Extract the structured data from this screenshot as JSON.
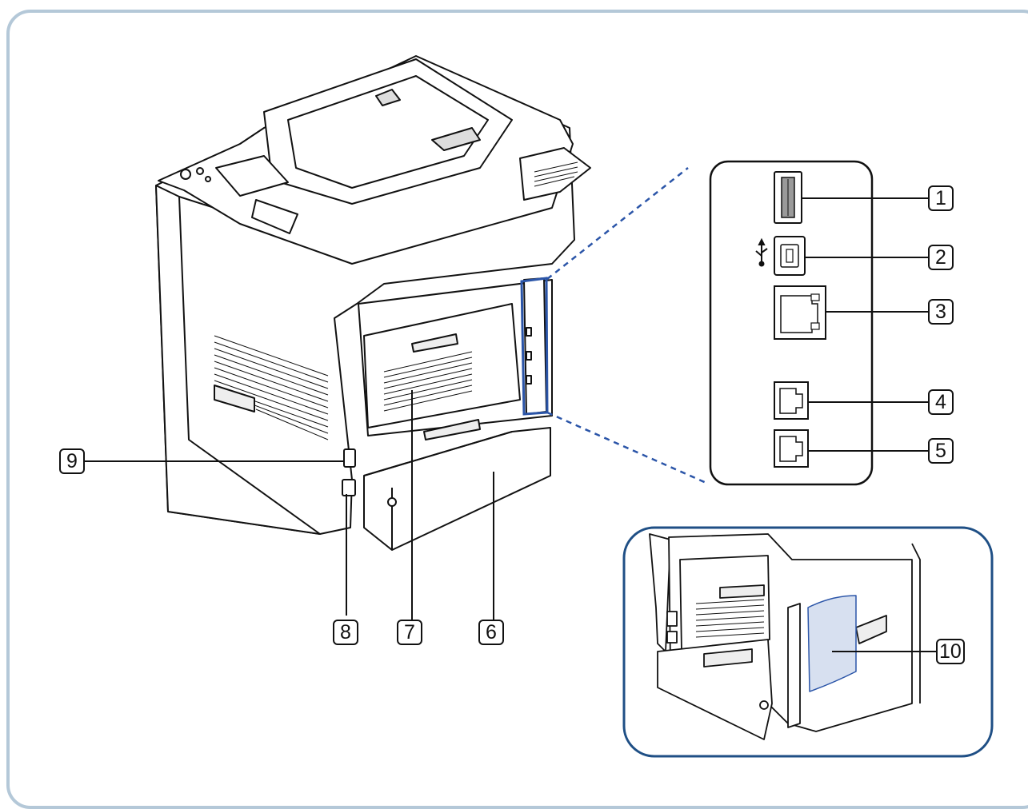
{
  "callouts": {
    "c1": "1",
    "c2": "2",
    "c3": "3",
    "c4": "4",
    "c5": "5",
    "c6": "6",
    "c7": "7",
    "c8": "8",
    "c9": "9",
    "c10": "10"
  },
  "colors": {
    "outline": "#111111",
    "panel_border": "#b4c8d8",
    "zoom_border": "#1f4f85",
    "highlight": "#2b55a8",
    "cover_fill": "#d7e0f0"
  }
}
